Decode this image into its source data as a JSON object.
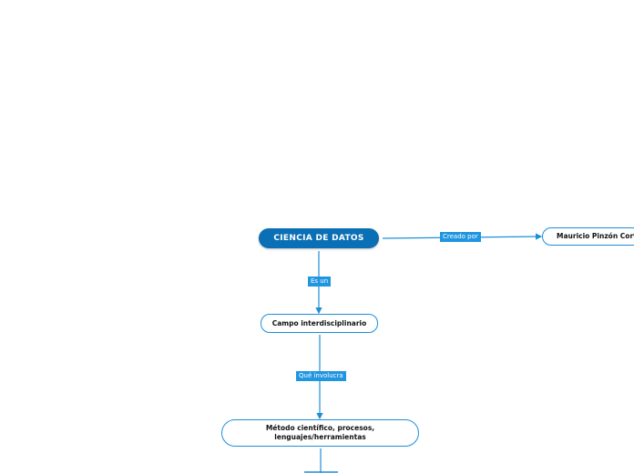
{
  "colors": {
    "line": "#1e8fd6",
    "root_fill": "#0a6fb5",
    "label_fill": "#2196e0",
    "node_border": "#1e8fd6"
  },
  "nodes": {
    "root": "CIENCIA DE DATOS",
    "author": "Mauricio Pinzón Cortés",
    "field": "Campo interdisciplinario",
    "method_line1": "Método científico, procesos,",
    "method_line2": "lenguajes/herramientas"
  },
  "links": {
    "created_by": "Creado por",
    "is_a": "Es un",
    "involves": "Qué involucra"
  }
}
